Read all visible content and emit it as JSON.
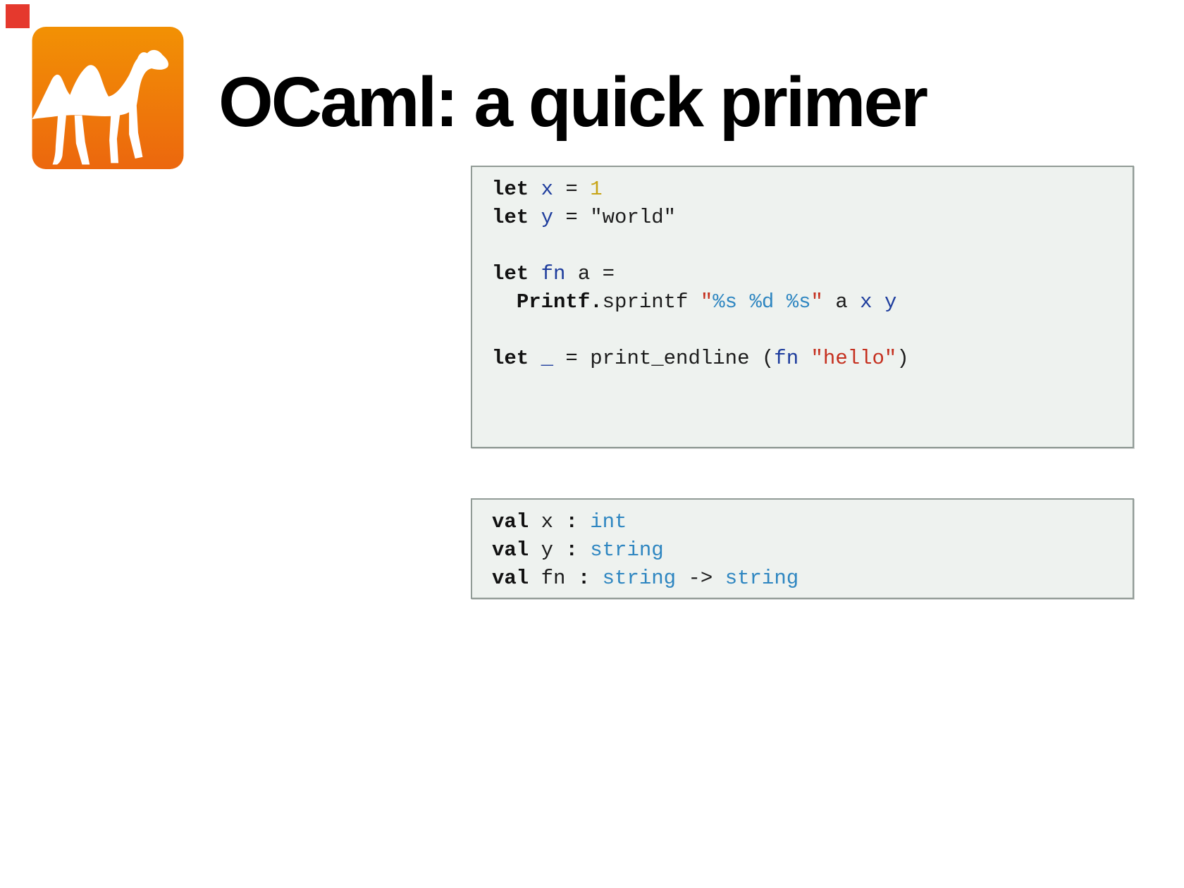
{
  "header": {
    "title": "OCaml: a quick primer",
    "logo": "ocaml-camel-logo",
    "logo_colors": {
      "orange_top": "#F29104",
      "orange_bottom": "#EC670E",
      "camel": "#ffffff"
    }
  },
  "marker": {
    "color": "#e5392d"
  },
  "colors": {
    "keyword": "#111111",
    "identifier": "#1e3d9d",
    "type": "#2e86c1",
    "string": "#c5301f",
    "number": "#c7a415",
    "plain": "#1c1c1c",
    "code_background": "#eef2ef",
    "code_border": "#919b96"
  },
  "code_blocks": [
    {
      "name": "source",
      "lines": [
        [
          {
            "t": "let",
            "c": "kw"
          },
          {
            "t": " ",
            "c": "pl"
          },
          {
            "t": "x",
            "c": "id"
          },
          {
            "t": " = ",
            "c": "pl"
          },
          {
            "t": "1",
            "c": "num"
          }
        ],
        [
          {
            "t": "let",
            "c": "kw"
          },
          {
            "t": " ",
            "c": "pl"
          },
          {
            "t": "y",
            "c": "id"
          },
          {
            "t": " = \"world\"",
            "c": "pl"
          }
        ],
        [],
        [
          {
            "t": "let",
            "c": "kw"
          },
          {
            "t": " ",
            "c": "pl"
          },
          {
            "t": "fn",
            "c": "id"
          },
          {
            "t": " a =",
            "c": "pl"
          }
        ],
        [
          {
            "t": "  ",
            "c": "pl"
          },
          {
            "t": "Printf.",
            "c": "kw"
          },
          {
            "t": "sprintf ",
            "c": "pl"
          },
          {
            "t": "\"",
            "c": "str"
          },
          {
            "t": "%s %d %s",
            "c": "fmt"
          },
          {
            "t": "\"",
            "c": "str"
          },
          {
            "t": " a ",
            "c": "pl"
          },
          {
            "t": "x",
            "c": "id"
          },
          {
            "t": " ",
            "c": "pl"
          },
          {
            "t": "y",
            "c": "id"
          }
        ],
        [],
        [
          {
            "t": "let",
            "c": "kw"
          },
          {
            "t": " ",
            "c": "pl"
          },
          {
            "t": "_",
            "c": "id"
          },
          {
            "t": " = print_endline (",
            "c": "pl"
          },
          {
            "t": "fn",
            "c": "id"
          },
          {
            "t": " ",
            "c": "pl"
          },
          {
            "t": "\"hello\"",
            "c": "str"
          },
          {
            "t": ")",
            "c": "pl"
          }
        ]
      ]
    },
    {
      "name": "output",
      "lines": [
        [
          {
            "t": "val",
            "c": "kw"
          },
          {
            "t": " x ",
            "c": "pl"
          },
          {
            "t": ":",
            "c": "kw"
          },
          {
            "t": " ",
            "c": "pl"
          },
          {
            "t": "int",
            "c": "ty"
          }
        ],
        [
          {
            "t": "val",
            "c": "kw"
          },
          {
            "t": " y ",
            "c": "pl"
          },
          {
            "t": ":",
            "c": "kw"
          },
          {
            "t": " ",
            "c": "pl"
          },
          {
            "t": "string",
            "c": "ty"
          }
        ],
        [
          {
            "t": "val",
            "c": "kw"
          },
          {
            "t": " fn ",
            "c": "pl"
          },
          {
            "t": ":",
            "c": "kw"
          },
          {
            "t": " ",
            "c": "pl"
          },
          {
            "t": "string",
            "c": "ty"
          },
          {
            "t": " -> ",
            "c": "pl"
          },
          {
            "t": "string",
            "c": "ty"
          }
        ]
      ]
    }
  ]
}
